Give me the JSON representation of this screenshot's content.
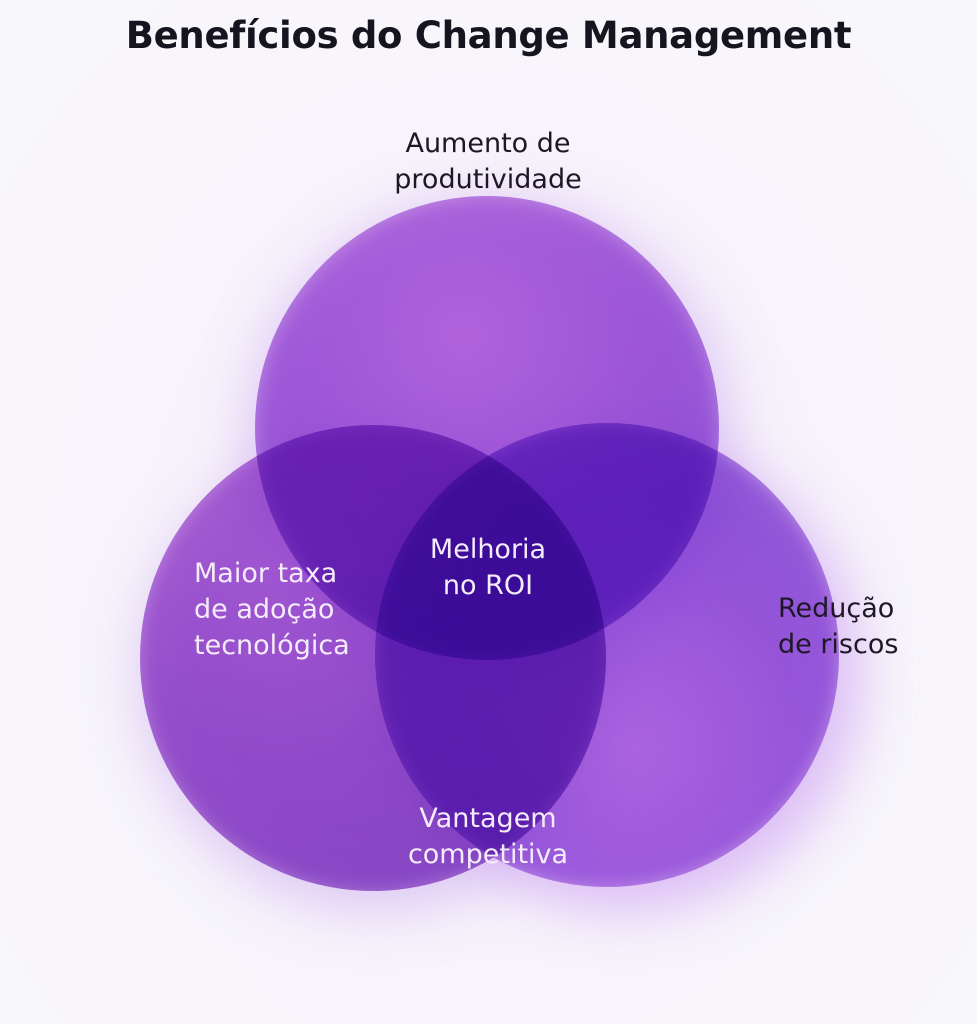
{
  "title": "Benefícios do Change Management",
  "diagram": {
    "type": "venn",
    "circles": [
      {
        "id": "top",
        "label_lines": [
          "Aumento de",
          "produtividade"
        ],
        "color": "#b36ee0"
      },
      {
        "id": "left",
        "label_lines": [
          "Maior taxa",
          "de adoção",
          "tecnológica"
        ],
        "color": "#9e4fcf"
      },
      {
        "id": "right",
        "label_lines": [
          "Redução",
          "de riscos"
        ],
        "color": "#a765e0"
      }
    ],
    "intersections": {
      "center": {
        "label_lines": [
          "Melhoria",
          "no ROI"
        ]
      },
      "left_right": {
        "label_lines": [
          "Vantagem",
          "competitiva"
        ]
      }
    }
  }
}
